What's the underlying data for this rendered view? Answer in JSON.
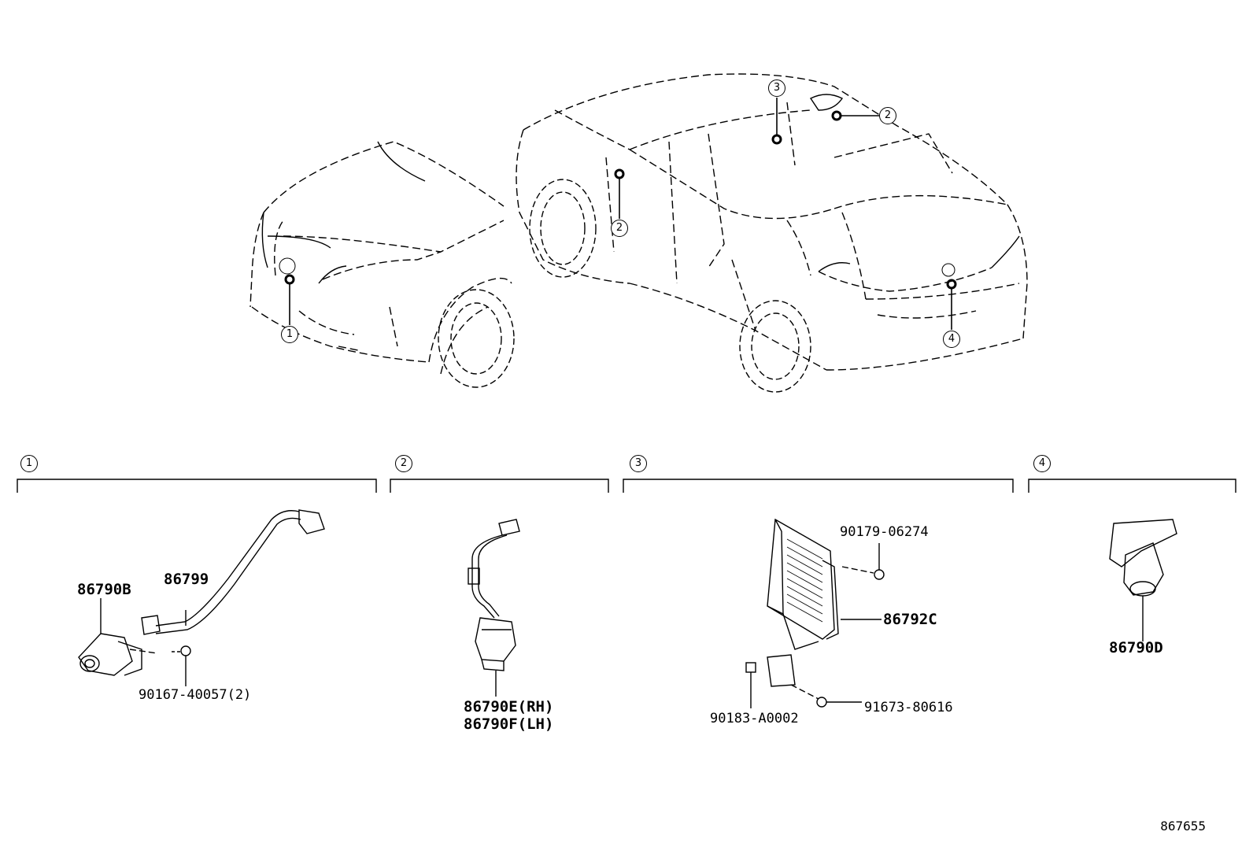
{
  "callouts": {
    "front_camera": "1",
    "side_camera_left": "2",
    "side_camera_right": "2",
    "control_module": "3",
    "rear_camera": "4"
  },
  "sections": [
    {
      "number": "1"
    },
    {
      "number": "2"
    },
    {
      "number": "3"
    },
    {
      "number": "4"
    }
  ],
  "parts": {
    "front_camera": "86790B",
    "front_harness": "86799",
    "front_screw": "90167-40057(2)",
    "side_camera_rh": "86790E(RH)",
    "side_camera_lh": "86790F(LH)",
    "module_screw_top": "90179-06274",
    "module": "86792C",
    "module_clip": "90183-A0002",
    "module_bolt": "91673-80616",
    "rear_camera": "86790D"
  },
  "diagram_id": "867655"
}
